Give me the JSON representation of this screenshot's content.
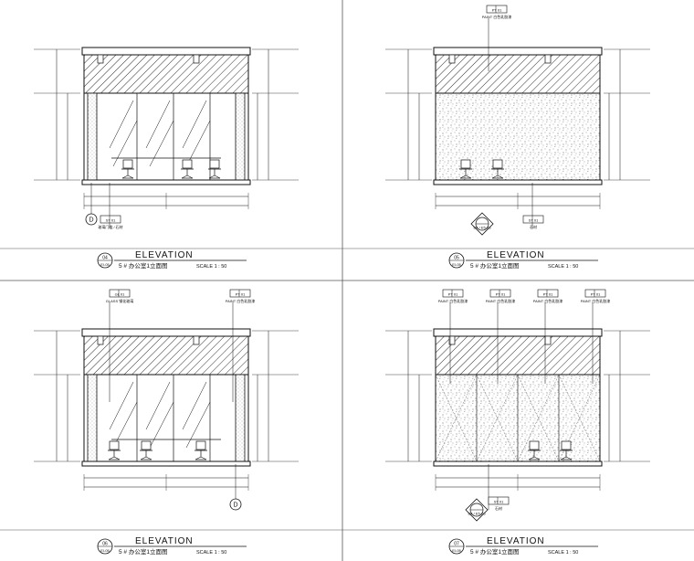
{
  "sheet": {
    "panels": [
      {
        "id": "p04",
        "elev_no": "04",
        "drawing_ref": "EI-05",
        "title": "ELEVATION",
        "subtitle": "5 # 办公室1立面图",
        "scale": "SCALE 1 : 50",
        "type": "glass",
        "callouts": [
          {
            "code": "ST 01",
            "desc": "玻璃门槛 / 石材"
          }
        ],
        "grid_marker": "D"
      },
      {
        "id": "p05",
        "elev_no": "05",
        "drawing_ref": "EI-05",
        "title": "ELEVATION",
        "subtitle": "5 # 办公室1立面图",
        "scale": "SCALE 1 : 50",
        "type": "wall",
        "callouts": [
          {
            "code": "PT 01",
            "desc": "PAINT 白色乳胶漆"
          },
          {
            "code": "ST 01",
            "desc": "石材"
          }
        ],
        "section_marker": "D4 / E5-06"
      },
      {
        "id": "p06",
        "elev_no": "06",
        "drawing_ref": "EI-05",
        "title": "ELEVATION",
        "subtitle": "5 # 办公室1立面图",
        "scale": "SCALE 1 : 50",
        "type": "glass",
        "callouts": [
          {
            "code": "GL 01",
            "desc": "GLASS 钢化玻璃"
          },
          {
            "code": "PT 01",
            "desc": "PAINT 白色乳胶漆"
          }
        ],
        "grid_marker": "D"
      },
      {
        "id": "p07",
        "elev_no": "07",
        "drawing_ref": "EI-05",
        "title": "ELEVATION",
        "subtitle": "5 # 办公室1立面图",
        "scale": "SCALE 1 : 50",
        "type": "panels",
        "callouts": [
          {
            "code": "PT 01",
            "desc": "PAINT 白色乳胶漆"
          },
          {
            "code": "PT 01",
            "desc": "PAINT 白色乳胶漆"
          },
          {
            "code": "PT 01",
            "desc": "PAINT 白色乳胶漆"
          },
          {
            "code": "PT 01",
            "desc": "PAINT 白色乳胶漆"
          },
          {
            "code": "ST 01",
            "desc": "石材"
          }
        ],
        "section_marker": "D4 / E5-06"
      }
    ]
  }
}
